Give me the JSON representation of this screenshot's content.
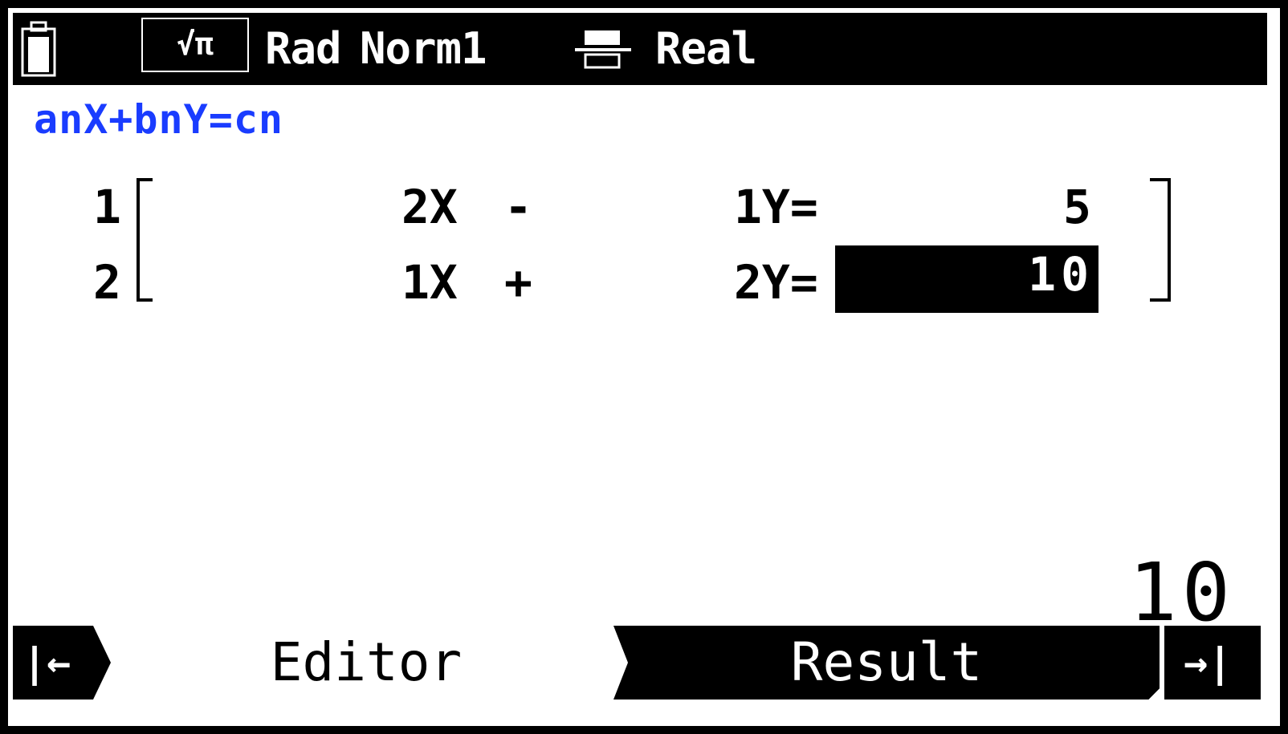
{
  "status_bar": {
    "battery_icon": "battery-full-icon",
    "math_mode": "√π",
    "angle_unit": "Rad",
    "number_format": "Norm1",
    "fraction_icon": "fraction-display-icon",
    "complex_mode": "Real"
  },
  "equation": {
    "title": "anX+bnY=cn",
    "rows": [
      {
        "index": "1",
        "a": "2X",
        "op": "-",
        "b": "1Y=",
        "c": "5"
      },
      {
        "index": "2",
        "a": "1X",
        "op": "+",
        "b": "2Y=",
        "c": "10"
      }
    ],
    "selected": {
      "row": 2,
      "column": "c",
      "value": "10"
    }
  },
  "input_line": {
    "value": "10"
  },
  "tabs": {
    "left_arrow": "|←",
    "editor": "Editor",
    "result": "Result",
    "right_arrow": "→|"
  },
  "colors": {
    "accent_blue": "#1a3cff",
    "foreground": "#000000",
    "background": "#ffffff"
  }
}
